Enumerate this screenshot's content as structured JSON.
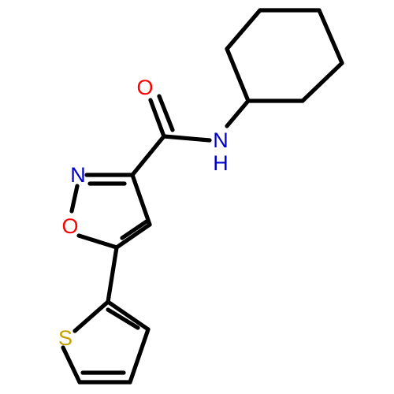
{
  "colors": {
    "bond": "#000000",
    "oxygen": "#ff0000",
    "nitrogen": "#0000cc",
    "sulfur": "#c8a000"
  },
  "atoms": {
    "carbonyl_o": "O",
    "amide_n": "N",
    "amide_h": "H",
    "ring_n": "N",
    "ring_o": "O",
    "thiophene_s": "S"
  }
}
